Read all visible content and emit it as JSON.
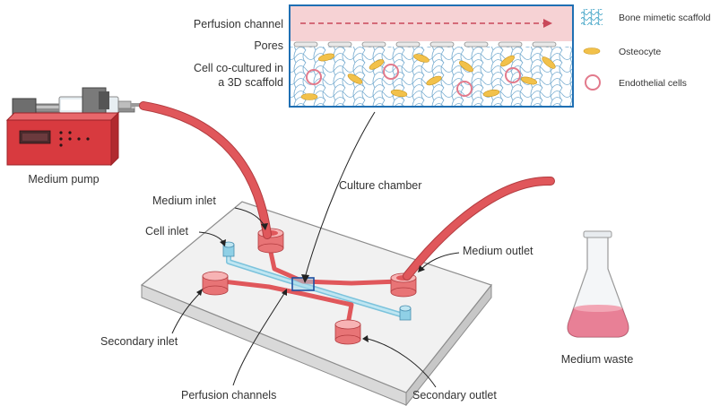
{
  "colors": {
    "tube": "#e0575b",
    "tube_light": "#f08d8f",
    "channel": "#aee0ee",
    "chip_top": "#f1f1f1",
    "chip_side": "#d9d9d9",
    "chip_edge": "#8c8c8c",
    "inset_border": "#1f6fb3",
    "perfusion_bg": "#f6d2d4",
    "scaffold": "#7aaed1",
    "osteocyte": "#f2c14a",
    "endothelial": "#e27a8c",
    "callout_box": "#2f6db5",
    "pump_body": "#d83a3f",
    "waste_liquid": "#e88096"
  },
  "inset": {
    "perfusion_label": "Perfusion channel",
    "pores_label": "Pores",
    "cells_label_line1": "Cell co-cultured in",
    "cells_label_line2": "a 3D scaffold"
  },
  "legend": {
    "scaffold": "Bone mimetic scaffold",
    "osteocyte": "Osteocyte",
    "endothelial": "Endothelial cells"
  },
  "labels": {
    "medium_pump": "Medium pump",
    "culture_chamber": "Culture chamber",
    "medium_inlet": "Medium inlet",
    "cell_inlet": "Cell inlet",
    "medium_outlet": "Medium outlet",
    "secondary_inlet": "Secondary inlet",
    "perfusion_channels": "Perfusion channels",
    "secondary_outlet": "Secondary outlet",
    "medium_waste": "Medium waste"
  }
}
